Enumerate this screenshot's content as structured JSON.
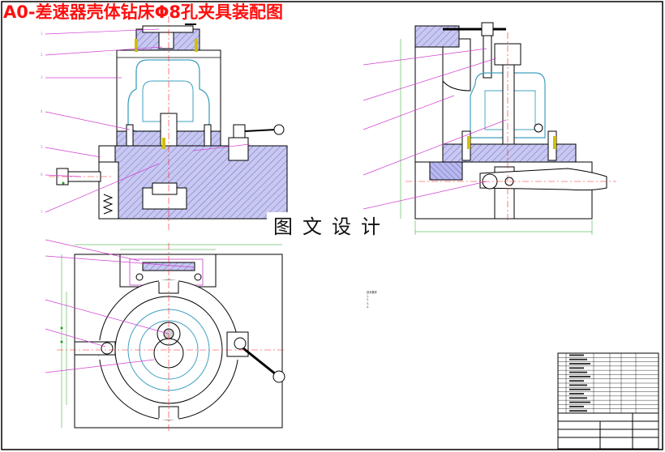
{
  "title": "A0-差速器壳体钻床Φ8孔夹具装配图",
  "watermark": "图文设计",
  "colors": {
    "title": "#ff1010",
    "hatch": "#7070d0",
    "part_fill": "#a8a8e8",
    "leader": "#d040d0",
    "workpiece": "#40a0c0",
    "dimension": "#20a020",
    "centerline": "#ff2020",
    "outline": "#000000",
    "bolt": "#d0c000"
  },
  "views": [
    {
      "name": "front-view"
    },
    {
      "name": "side-view"
    },
    {
      "name": "top-view"
    }
  ],
  "technical_notes": {
    "heading": "技术要求",
    "lines": [
      "1.",
      "2.",
      "3.",
      "4."
    ]
  },
  "title_block": {
    "bom_rows": 14,
    "columns": 6
  }
}
